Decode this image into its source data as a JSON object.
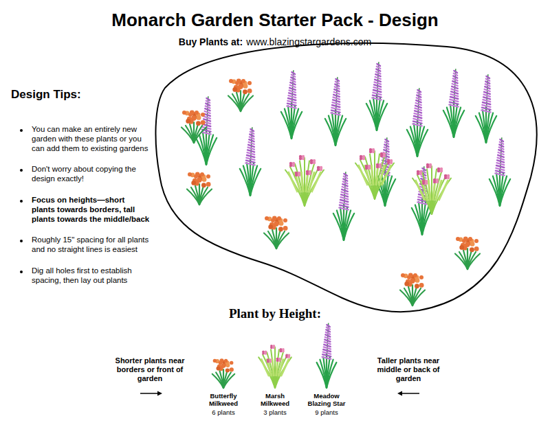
{
  "diagram": {
    "title": "Monarch Garden Starter Pack - Design",
    "labels": [
      "Buy Plants at:",
      "www.blazingstargardens.com",
      "Design Tips:",
      "You can make an entirely new garden with these plants or you can add them to existing gardens",
      "Don't worry about copying the design exactly!",
      "Focus on heights—short plants towards borders, tall plants towards the middle/back",
      "Roughly 15\" spacing for all plants and no straight lines is easiest",
      "Dig all holes first to establish spacing, then lay out plants",
      "Plant by Height:",
      "Shorter plants near borders or front of garden",
      "Taller plants near middle or back of garden",
      "Butterfly Milkweed",
      "6 plants",
      "Marsh Milkweed",
      "3 plants",
      "Meadow Blazing Star",
      "9 plants"
    ]
  }
}
